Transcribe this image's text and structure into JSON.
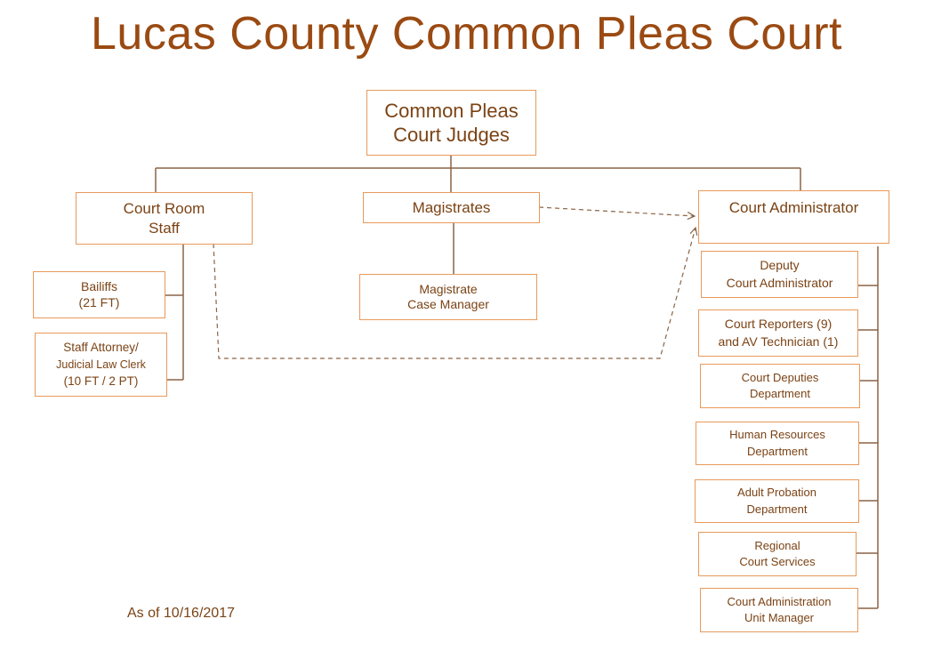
{
  "title": "Lucas County Common Pleas Court",
  "colors": {
    "title": "#9a4a12",
    "box_border": "#e89a5c",
    "text": "#7b4315",
    "line": "#8b6446"
  },
  "nodes": {
    "judges": [
      "Common Pleas",
      "Court Judges"
    ],
    "court_room_staff": [
      "Court Room",
      "Staff"
    ],
    "magistrates": [
      "Magistrates"
    ],
    "court_administrator": [
      "Court Administrator"
    ],
    "bailiffs": [
      "Bailiffs",
      "(21 FT)"
    ],
    "staff_attorney": [
      "Staff  Attorney/",
      "Judicial Law Clerk",
      "(10 FT / 2 PT)"
    ],
    "magistrate_case_manager": [
      "Magistrate",
      "Case Manager"
    ],
    "deputy_admin": [
      "Deputy",
      "Court Administrator"
    ],
    "court_reporters": [
      "Court Reporters (9)",
      "and AV Technician (1)"
    ],
    "court_deputies": [
      "Court Deputies",
      "Department"
    ],
    "human_resources": [
      "Human Resources",
      "Department"
    ],
    "adult_probation": [
      "Adult Probation",
      "Department"
    ],
    "regional_services": [
      "Regional",
      "Court Services"
    ],
    "unit_manager": [
      "Court Administration",
      "Unit Manager"
    ]
  },
  "footer": "As of 10/16/2017"
}
